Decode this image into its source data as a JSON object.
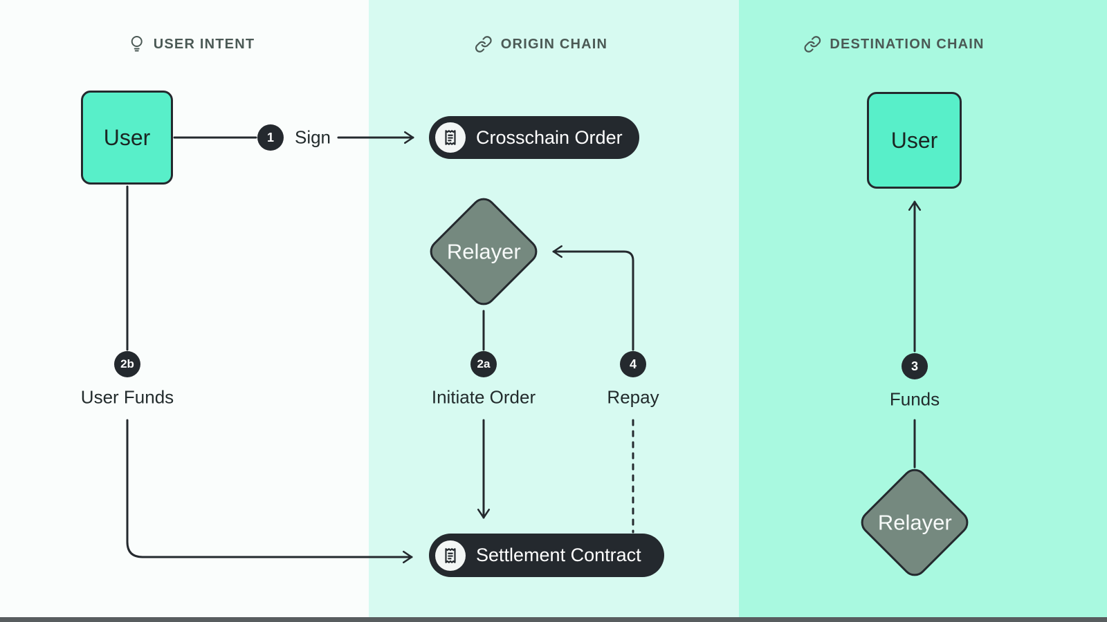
{
  "diagram": {
    "columns": [
      {
        "label": "USER INTENT",
        "icon": "lightbulb-icon"
      },
      {
        "label": "ORIGIN CHAIN",
        "icon": "chain-link-icon"
      },
      {
        "label": "DESTINATION CHAIN",
        "icon": "chain-link-icon"
      }
    ],
    "nodes": {
      "user_origin": {
        "label": "User",
        "type": "box"
      },
      "user_destination": {
        "label": "User",
        "type": "box"
      },
      "relayer_origin": {
        "label": "Relayer",
        "type": "diamond"
      },
      "relayer_destination": {
        "label": "Relayer",
        "type": "diamond"
      },
      "crosschain_order": {
        "label": "Crosschain Order",
        "icon": "receipt-icon",
        "type": "pill"
      },
      "settlement_contract": {
        "label": "Settlement Contract",
        "icon": "receipt-icon",
        "type": "pill"
      }
    },
    "steps": {
      "sign": {
        "badge": "1",
        "label": "Sign"
      },
      "user_funds": {
        "badge": "2b",
        "label": "User Funds"
      },
      "initiate_order": {
        "badge": "2a",
        "label": "Initiate Order"
      },
      "repay": {
        "badge": "4",
        "label": "Repay"
      },
      "funds": {
        "badge": "3",
        "label": "Funds"
      }
    },
    "colors": {
      "column_user_intent_bg": "#FAFDFC",
      "column_origin_bg": "#D7FAF1",
      "column_destination_bg": "#A9F9E0",
      "ink": "#24292E",
      "node_teal": "#58EFC9",
      "diamond_gray": "#75897F",
      "header_text": "#4B5955",
      "pill_icon_bg": "#F3F6F5",
      "bottom_bar": "#585D5F"
    }
  }
}
